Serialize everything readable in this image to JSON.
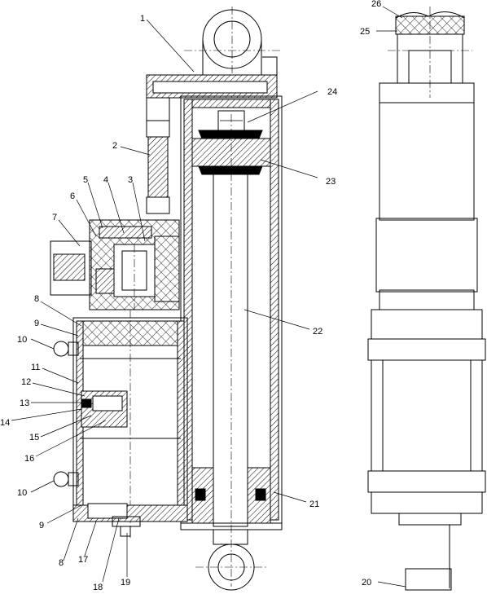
{
  "diagram": {
    "callouts": [
      "1",
      "2",
      "3",
      "4",
      "5",
      "6",
      "7",
      "8",
      "9",
      "10",
      "11",
      "12",
      "13",
      "14",
      "15",
      "16",
      "10",
      "9",
      "8",
      "17",
      "18",
      "19",
      "20",
      "21",
      "22",
      "23",
      "24",
      "25",
      "26"
    ]
  }
}
